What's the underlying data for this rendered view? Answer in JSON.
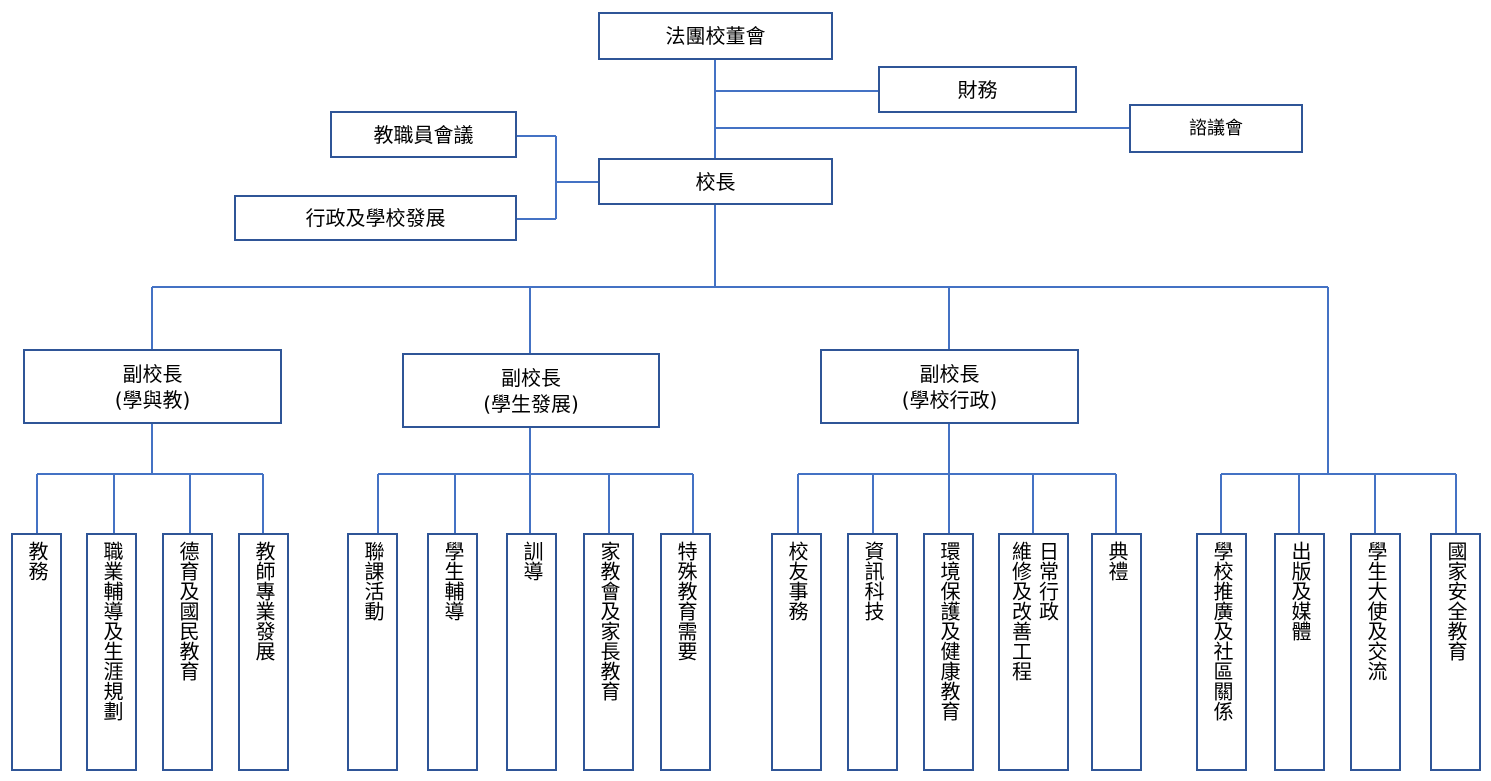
{
  "board": "法團校董會",
  "finance": "財務",
  "advisory": "諮議會",
  "staff_meeting": "教職員會議",
  "admin_dev": "行政及學校發展",
  "principal": "校長",
  "vp1": {
    "title": "副校長",
    "area": "(學與教)"
  },
  "vp2": {
    "title": "副校長",
    "area": "(學生發展)"
  },
  "vp3": {
    "title": "副校長",
    "area": "(學校行政)"
  },
  "units": [
    {
      "cols": [
        "教務"
      ]
    },
    {
      "cols": [
        "職業輔導及生涯規劃"
      ]
    },
    {
      "cols": [
        "德育及國民教育"
      ]
    },
    {
      "cols": [
        "教師專業發展"
      ]
    },
    {
      "cols": [
        "聯課活動"
      ]
    },
    {
      "cols": [
        "學生輔導"
      ]
    },
    {
      "cols": [
        "訓導"
      ]
    },
    {
      "cols": [
        "家教會及家長教育"
      ]
    },
    {
      "cols": [
        "特殊教育需要"
      ]
    },
    {
      "cols": [
        "校友事務"
      ]
    },
    {
      "cols": [
        "資訊科技"
      ]
    },
    {
      "cols": [
        "環境保護及健康教育"
      ]
    },
    {
      "cols": [
        "日常行政",
        "維修及改善工程"
      ]
    },
    {
      "cols": [
        "典禮"
      ]
    },
    {
      "cols": [
        "學校推廣及社區關係"
      ]
    },
    {
      "cols": [
        "出版及媒體"
      ]
    },
    {
      "cols": [
        "學生大使及交流"
      ]
    },
    {
      "cols": [
        "國家安全教育"
      ]
    }
  ]
}
